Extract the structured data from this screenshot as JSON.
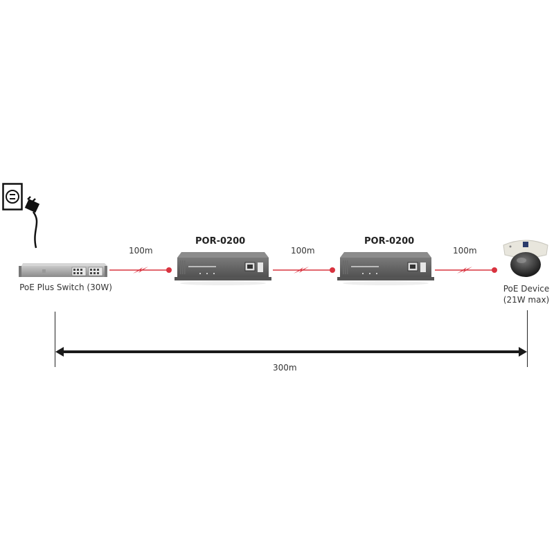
{
  "diagram": {
    "power_source": {
      "icon": "power-outlet-icon",
      "plug_icon": "power-plug-icon"
    },
    "switch": {
      "label": "PoE Plus Switch (30W)"
    },
    "repeaters": [
      {
        "title": "POR-0200"
      },
      {
        "title": "POR-0200"
      }
    ],
    "device": {
      "label_line1": "PoE Device",
      "label_line2": "(21W max)"
    },
    "segments": [
      {
        "label": "100m"
      },
      {
        "label": "100m"
      },
      {
        "label": "100m"
      }
    ],
    "total": {
      "label": "300m"
    },
    "colors": {
      "link": "#d9333f",
      "dimension": "#1a1a1a",
      "device_gray": "#6e6e6e"
    }
  }
}
